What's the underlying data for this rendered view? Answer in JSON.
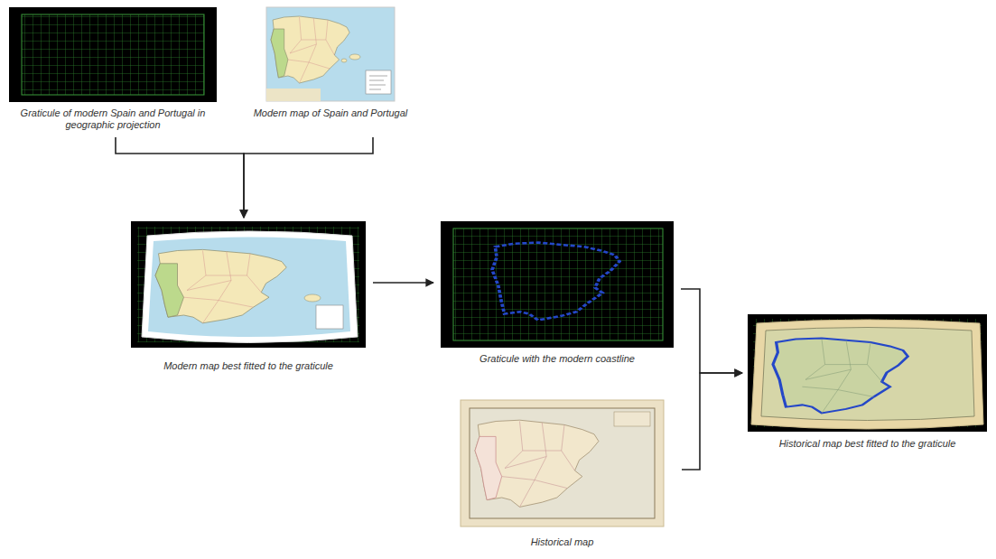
{
  "diagram": {
    "nodes": [
      {
        "text": [
          "Graticule of modern Spain and Portugal in geographic projection"
        ]
      },
      {
        "text": [
          "Modern map of Spain and Portugal"
        ]
      },
      {
        "text": [
          "Modern map best fitted to the graticule"
        ]
      },
      {
        "text": [
          "Graticule with the modern coastline"
        ]
      },
      {
        "text": [
          "Historical map best fitted to the graticule"
        ]
      },
      {
        "text": [
          "Historical map"
        ]
      }
    ],
    "edges": [
      {
        "from": 0,
        "to": 2,
        "arrow": "to"
      },
      {
        "from": 1,
        "to": 2,
        "arrow": "to"
      },
      {
        "from": 2,
        "to": 3,
        "arrow": "to"
      },
      {
        "from": 3,
        "to": 4,
        "arrow": "to"
      },
      {
        "from": 5,
        "to": 4,
        "arrow": "to"
      }
    ]
  }
}
